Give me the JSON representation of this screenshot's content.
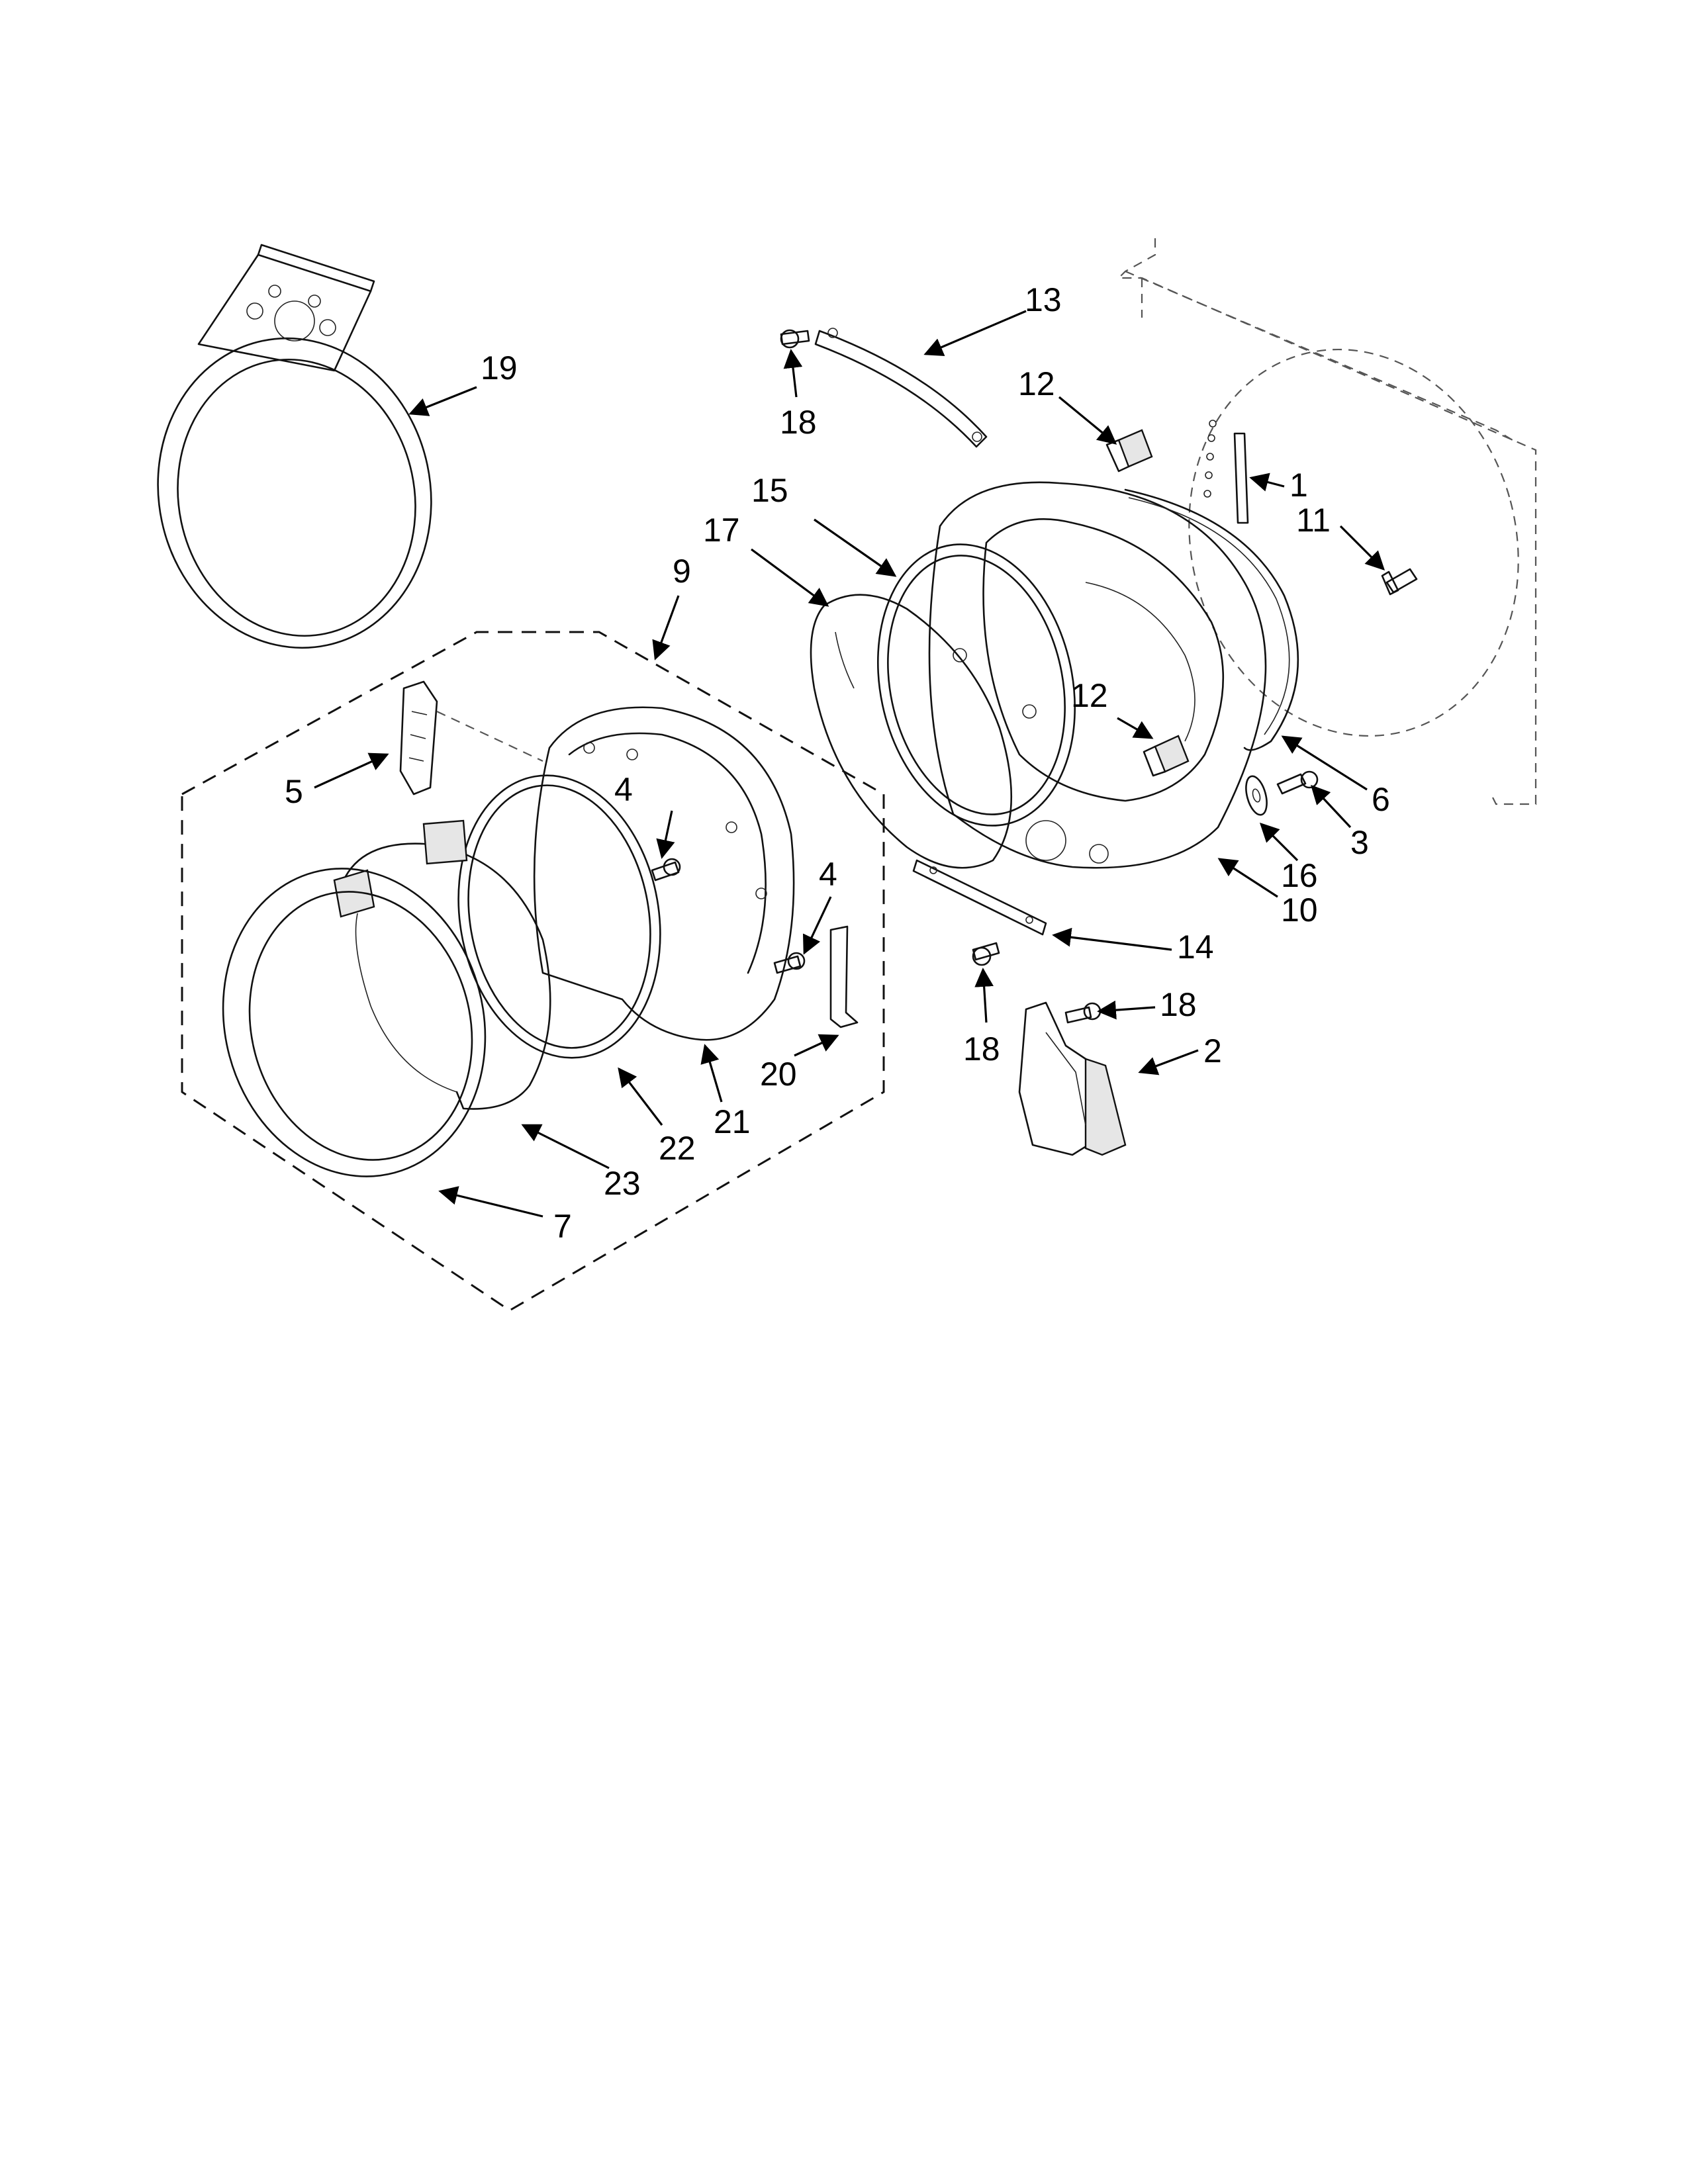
{
  "diagram": {
    "callouts": [
      {
        "id": "c1",
        "label": "1"
      },
      {
        "id": "c2",
        "label": "2"
      },
      {
        "id": "c3",
        "label": "3"
      },
      {
        "id": "c4a",
        "label": "4"
      },
      {
        "id": "c4b",
        "label": "4"
      },
      {
        "id": "c5",
        "label": "5"
      },
      {
        "id": "c6",
        "label": "6"
      },
      {
        "id": "c7",
        "label": "7"
      },
      {
        "id": "c9",
        "label": "9"
      },
      {
        "id": "c10",
        "label": "10"
      },
      {
        "id": "c11",
        "label": "11"
      },
      {
        "id": "c12a",
        "label": "12"
      },
      {
        "id": "c12b",
        "label": "12"
      },
      {
        "id": "c13",
        "label": "13"
      },
      {
        "id": "c14",
        "label": "14"
      },
      {
        "id": "c15",
        "label": "15"
      },
      {
        "id": "c16",
        "label": "16"
      },
      {
        "id": "c17",
        "label": "17"
      },
      {
        "id": "c18a",
        "label": "18"
      },
      {
        "id": "c18b",
        "label": "18"
      },
      {
        "id": "c18c",
        "label": "18"
      },
      {
        "id": "c19",
        "label": "19"
      },
      {
        "id": "c20",
        "label": "20"
      },
      {
        "id": "c21",
        "label": "21"
      },
      {
        "id": "c22",
        "label": "22"
      },
      {
        "id": "c23",
        "label": "23"
      }
    ]
  }
}
